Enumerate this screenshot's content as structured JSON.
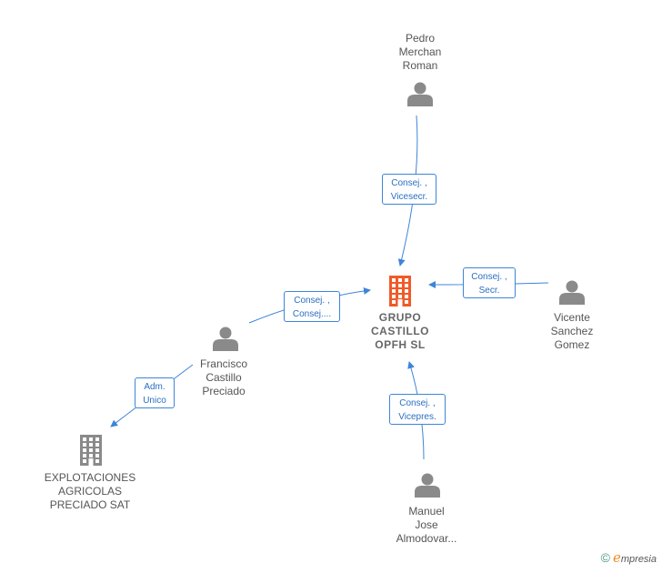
{
  "colors": {
    "edge": "#3d85d8",
    "person": "#8a8a8a",
    "company_main": "#f05a28",
    "company": "#8a8a8a"
  },
  "nodes": [
    {
      "id": "pedro",
      "kind": "person",
      "icon": "person-icon",
      "lines": [
        "Pedro",
        "Merchan",
        "Roman"
      ]
    },
    {
      "id": "grupo",
      "kind": "company-main",
      "icon": "building-icon",
      "lines": [
        "GRUPO",
        "CASTILLO",
        "OPFH  SL"
      ]
    },
    {
      "id": "vicente",
      "kind": "person",
      "icon": "person-icon",
      "lines": [
        "Vicente",
        "Sanchez",
        "Gomez"
      ]
    },
    {
      "id": "francisco",
      "kind": "person",
      "icon": "person-icon",
      "lines": [
        "Francisco",
        "Castillo",
        "Preciado"
      ]
    },
    {
      "id": "explotaciones",
      "kind": "company",
      "icon": "building-icon",
      "lines": [
        "EXPLOTACIONES",
        "AGRICOLAS",
        "PRECIADO SAT"
      ]
    },
    {
      "id": "manuel",
      "kind": "person",
      "icon": "person-icon",
      "lines": [
        "Manuel",
        "Jose",
        "Almodovar..."
      ]
    }
  ],
  "edges": [
    {
      "from": "pedro",
      "to": "grupo",
      "label": [
        "Consej. ,",
        "Vicesecr."
      ]
    },
    {
      "from": "vicente",
      "to": "grupo",
      "label": [
        "Consej. ,",
        "Secr."
      ]
    },
    {
      "from": "francisco",
      "to": "grupo",
      "label": [
        "Consej. ,",
        "Consej...."
      ]
    },
    {
      "from": "manuel",
      "to": "grupo",
      "label": [
        "Consej. ,",
        "Vicepres."
      ]
    },
    {
      "from": "francisco",
      "to": "explotaciones",
      "label": [
        "Adm.",
        "Unico"
      ]
    }
  ],
  "brand": {
    "copyright": "©",
    "e": "e",
    "rest": "mpresia"
  }
}
